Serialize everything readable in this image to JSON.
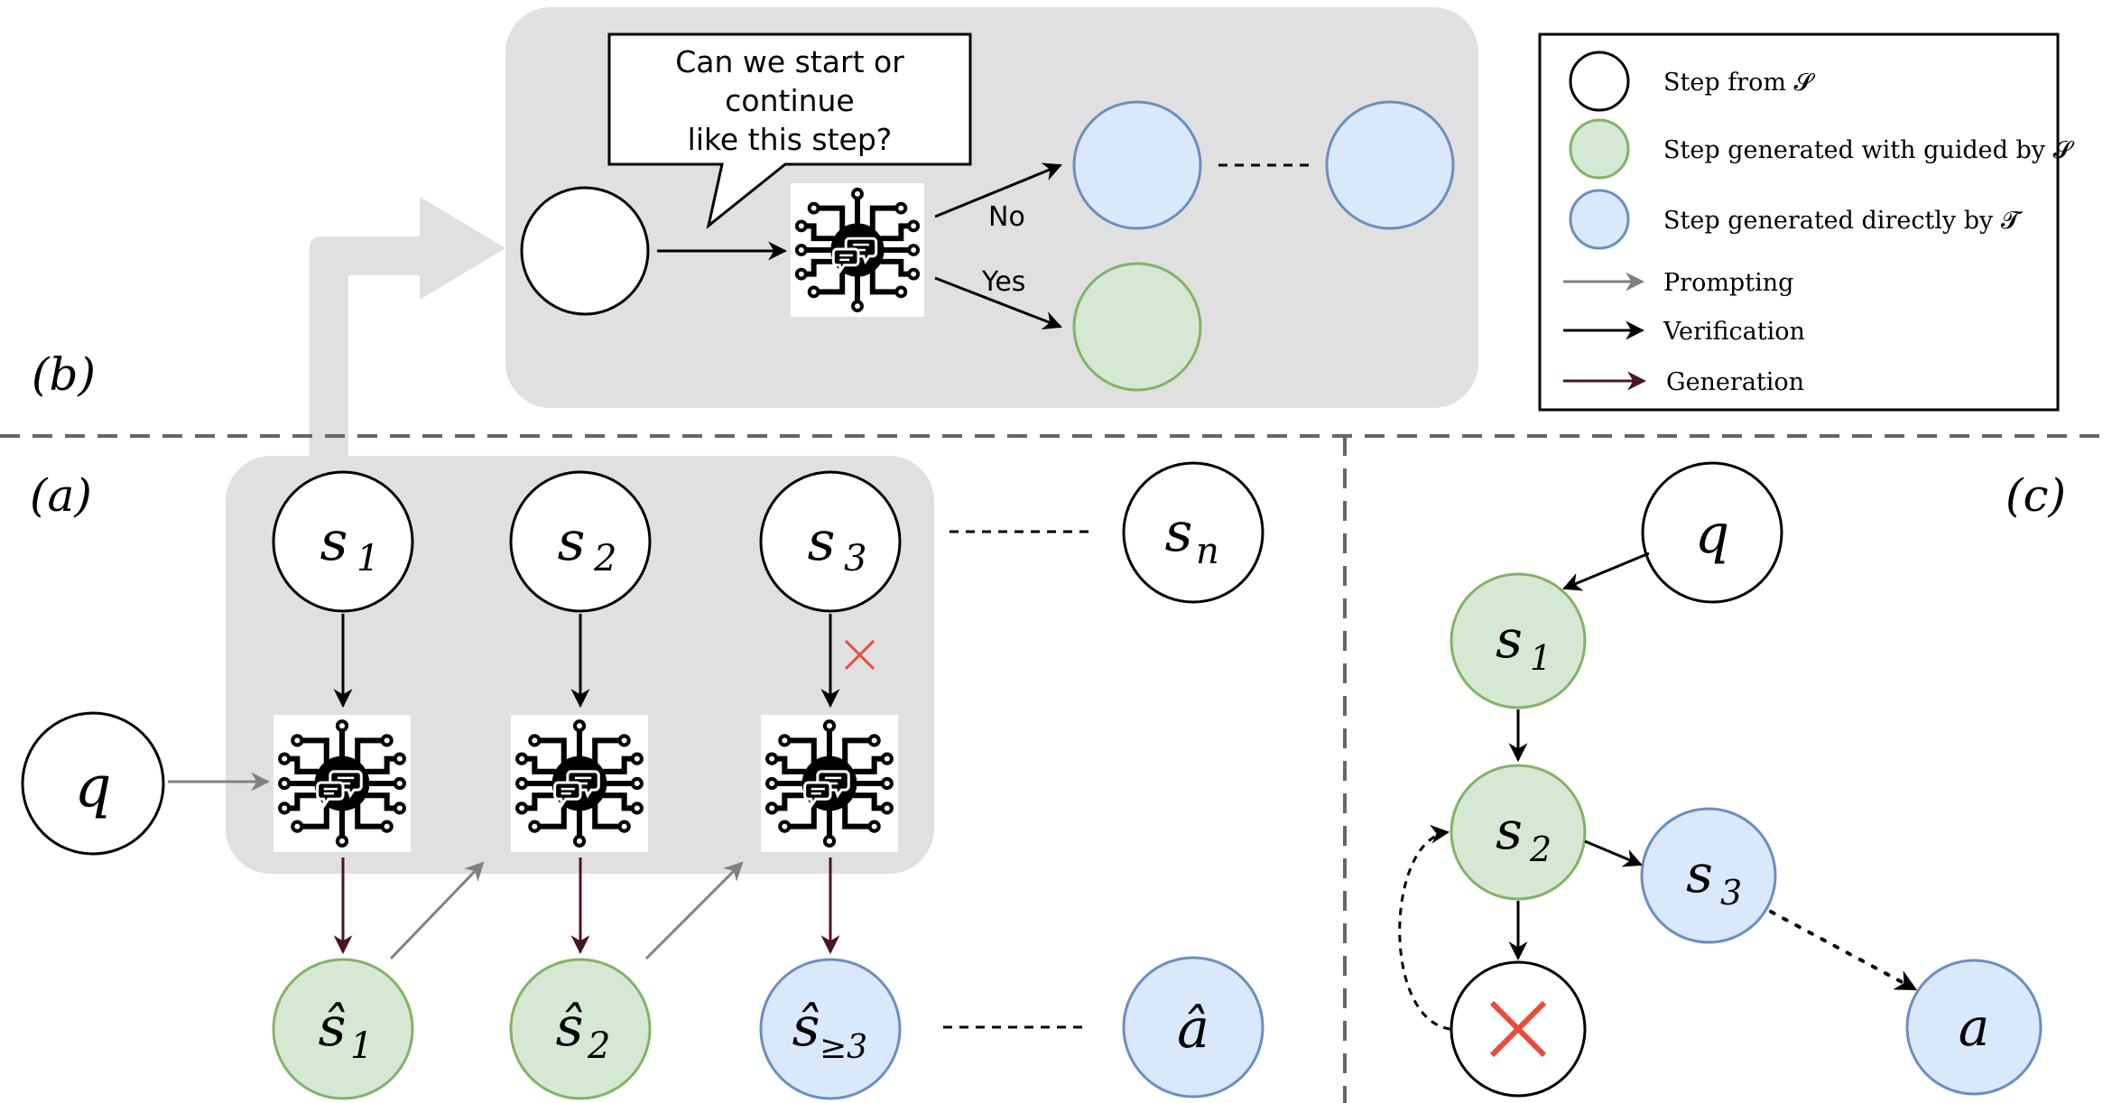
{
  "panels": {
    "a": "(a)",
    "b": "(b)",
    "c": "(c)"
  },
  "callout": {
    "line1": "Can we start or",
    "line2": "continue",
    "line3": "like this step?"
  },
  "edge_labels": {
    "no": "No",
    "yes": "Yes"
  },
  "legend": {
    "items": [
      {
        "label": "Step from 𝓢",
        "swatch": "white-circle"
      },
      {
        "label": "Step generated with guided by 𝓢",
        "swatch": "green-circle"
      },
      {
        "label": "Step generated directly by 𝓣",
        "swatch": "blue-circle"
      },
      {
        "label": "Prompting",
        "swatch": "gray-arrow"
      },
      {
        "label": "Verification",
        "swatch": "black-arrow"
      },
      {
        "label": "Generation",
        "swatch": "maroon-arrow"
      }
    ]
  },
  "nodes_a": {
    "q": "q",
    "s": [
      "s",
      "s",
      "s",
      "s"
    ],
    "s_sub": [
      "1",
      "2",
      "3",
      "n"
    ],
    "hat": [
      "ŝ",
      "ŝ",
      "ŝ",
      "â"
    ],
    "hat_sub": [
      "1",
      "2",
      "≥3",
      ""
    ]
  },
  "nodes_c": {
    "q": "q",
    "s1": "s",
    "s1_sub": "1",
    "s2": "s",
    "s2_sub": "2",
    "s3": "s",
    "s3_sub": "3",
    "a": "a"
  },
  "colors": {
    "white_node_stroke": "#000000",
    "green_fill": "#d5e8d4",
    "green_stroke": "#82b366",
    "blue_fill": "#dae8fc",
    "blue_stroke": "#6c8ebf",
    "panel_gray": "#e0e0e0",
    "prompt_arrow": "#808080",
    "verify_arrow": "#000000",
    "generate_arrow": "#4a1428",
    "reject_cross": "#e74c3c",
    "dashed_divider": "#666666"
  },
  "icons": {
    "llm": "llm-chip-chat-icon",
    "reject": "red-x-icon"
  }
}
